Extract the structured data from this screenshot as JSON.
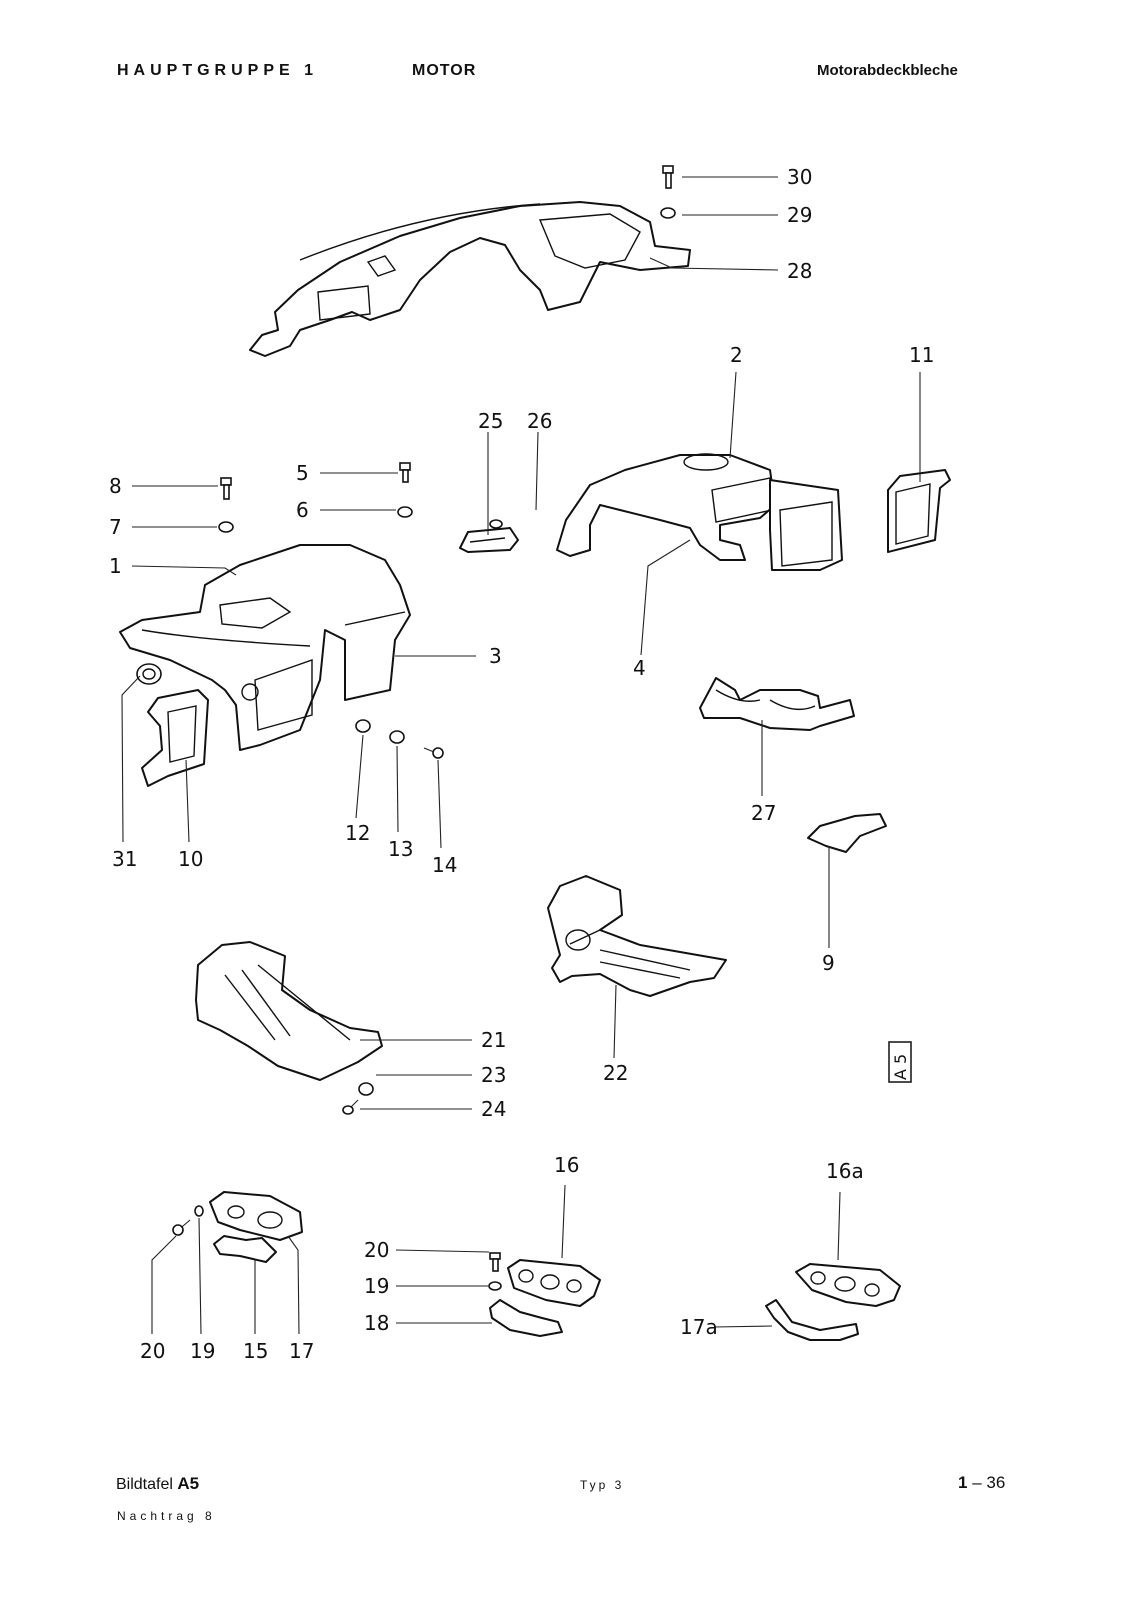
{
  "header": {
    "main_group": "HAUPTGRUPPE 1",
    "group_name": "MOTOR",
    "section": "Motorabdeckbleche"
  },
  "plate_ref": "A 5",
  "callouts": [
    {
      "id": "c30",
      "text": "30"
    },
    {
      "id": "c29",
      "text": "29"
    },
    {
      "id": "c28",
      "text": "28"
    },
    {
      "id": "c2",
      "text": "2"
    },
    {
      "id": "c11",
      "text": "11"
    },
    {
      "id": "c25",
      "text": "25"
    },
    {
      "id": "c26",
      "text": "26"
    },
    {
      "id": "c8",
      "text": "8"
    },
    {
      "id": "c7",
      "text": "7"
    },
    {
      "id": "c1",
      "text": "1"
    },
    {
      "id": "c5",
      "text": "5"
    },
    {
      "id": "c6",
      "text": "6"
    },
    {
      "id": "c3",
      "text": "3"
    },
    {
      "id": "c4",
      "text": "4"
    },
    {
      "id": "c27",
      "text": "27"
    },
    {
      "id": "c12",
      "text": "12"
    },
    {
      "id": "c13",
      "text": "13"
    },
    {
      "id": "c14",
      "text": "14"
    },
    {
      "id": "c31",
      "text": "31"
    },
    {
      "id": "c10",
      "text": "10"
    },
    {
      "id": "c9",
      "text": "9"
    },
    {
      "id": "c21",
      "text": "21"
    },
    {
      "id": "c23",
      "text": "23"
    },
    {
      "id": "c24",
      "text": "24"
    },
    {
      "id": "c22",
      "text": "22"
    },
    {
      "id": "c16",
      "text": "16"
    },
    {
      "id": "c16a",
      "text": "16a"
    },
    {
      "id": "c20a",
      "text": "20"
    },
    {
      "id": "c19a",
      "text": "19"
    },
    {
      "id": "c18",
      "text": "18"
    },
    {
      "id": "c17a",
      "text": "17a"
    },
    {
      "id": "c20b",
      "text": "20"
    },
    {
      "id": "c19b",
      "text": "19"
    },
    {
      "id": "c15",
      "text": "15"
    },
    {
      "id": "c17",
      "text": "17"
    }
  ],
  "footer": {
    "plate_label": "Bildtafel",
    "plate_id": "A5",
    "type": "Typ 3",
    "page_chapter": "1",
    "page_sep": "–",
    "page_number": "36",
    "supplement": "Nachtrag 8"
  }
}
